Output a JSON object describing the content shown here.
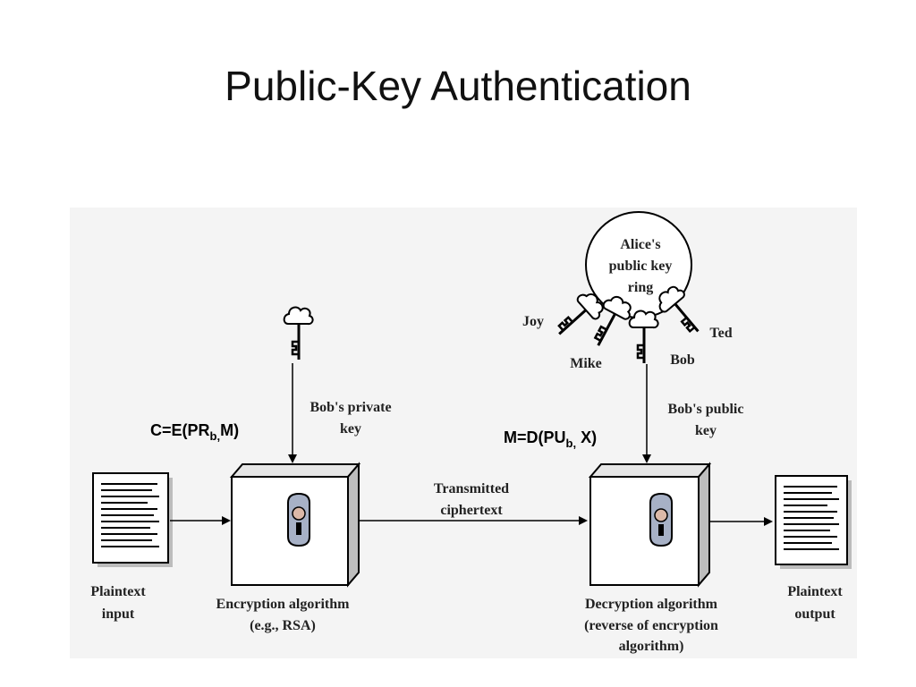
{
  "title": "Public-Key Authentication",
  "formulas": {
    "encrypt": {
      "prefix": "C=E(PR",
      "sub": "b,",
      "suffix": "M)"
    },
    "decrypt": {
      "prefix": "M=D(PU",
      "sub": "b,",
      "suffix": " X)"
    }
  },
  "labels": {
    "plaintext_input": [
      "Plaintext",
      "input"
    ],
    "encryption_algorithm": [
      "Encryption algorithm",
      "(e.g., RSA)"
    ],
    "bobs_private_key": [
      "Bob's private",
      "key"
    ],
    "transmitted_ciphertext": [
      "Transmitted",
      "ciphertext"
    ],
    "decryption_algorithm": [
      "Decryption algorithm",
      "(reverse of encryption",
      "algorithm)"
    ],
    "bobs_public_key": [
      "Bob's public",
      "key"
    ],
    "plaintext_output": [
      "Plaintext",
      "output"
    ],
    "key_ring": [
      "Alice's",
      "public key",
      "ring"
    ],
    "ring_keys": {
      "joy": "Joy",
      "mike": "Mike",
      "bob": "Bob",
      "ted": "Ted"
    }
  },
  "colors": {
    "panel": "#f4f4f4",
    "lock_plate": "#a7b1c6",
    "knob": "#dcb9a8",
    "box_side": "#bdbdbd"
  }
}
